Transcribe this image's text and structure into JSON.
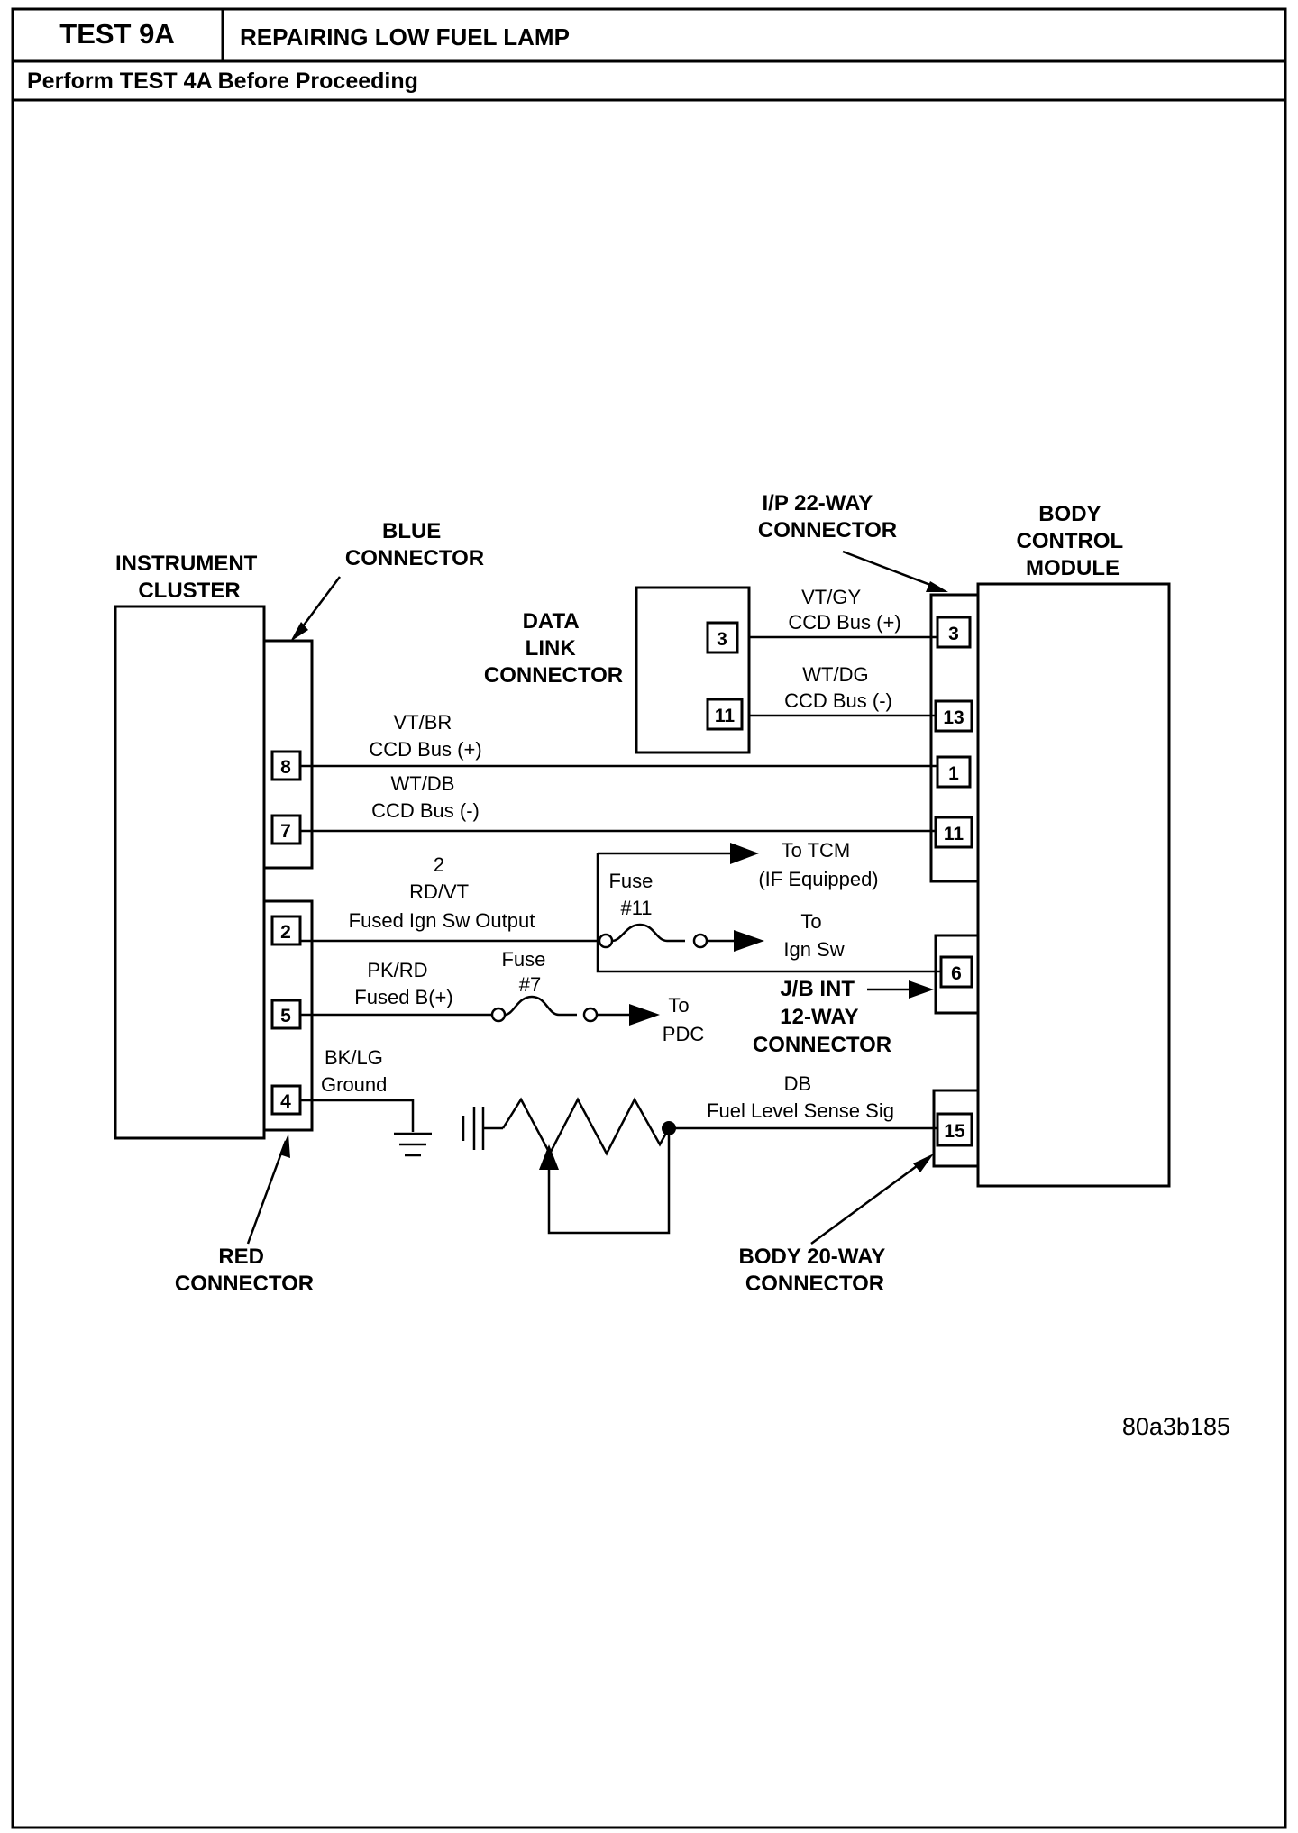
{
  "header": {
    "test_id": "TEST 9A",
    "title": "REPAIRING LOW FUEL LAMP",
    "subtitle": "Perform TEST 4A Before Proceeding"
  },
  "components": {
    "instrument_cluster": [
      "INSTRUMENT",
      "CLUSTER"
    ],
    "blue_connector": [
      "BLUE",
      "CONNECTOR"
    ],
    "red_connector": [
      "RED",
      "CONNECTOR"
    ],
    "data_link_connector": [
      "DATA",
      "LINK",
      "CONNECTOR"
    ],
    "ip_connector": [
      "I/P 22-WAY",
      "CONNECTOR"
    ],
    "body_control_module": [
      "BODY",
      "CONTROL",
      "MODULE"
    ],
    "jb_connector": [
      "J/B INT",
      "12-WAY",
      "CONNECTOR"
    ],
    "body_connector": [
      "BODY 20-WAY",
      "CONNECTOR"
    ]
  },
  "pins": {
    "cluster_8": "8",
    "cluster_7": "7",
    "cluster_2": "2",
    "cluster_5": "5",
    "cluster_4": "4",
    "dlc_3": "3",
    "dlc_11": "11",
    "bcm_3": "3",
    "bcm_13": "13",
    "bcm_1": "1",
    "bcm_11": "11",
    "bcm_6": "6",
    "bcm_15": "15"
  },
  "wires": {
    "vt_gy": [
      "VT/GY",
      "CCD Bus (+)"
    ],
    "wt_dg": [
      "WT/DG",
      "CCD Bus (-)"
    ],
    "vt_br": [
      "VT/BR",
      "CCD Bus (+)"
    ],
    "wt_db": [
      "WT/DB",
      "CCD Bus (-)"
    ],
    "rd_vt": [
      "2",
      "RD/VT",
      "Fused Ign Sw Output"
    ],
    "pk_rd": [
      "PK/RD",
      "Fused B(+)"
    ],
    "bk_lg": [
      "BK/LG",
      "Ground"
    ],
    "db": [
      "DB",
      "Fuel Level Sense Sig"
    ]
  },
  "fuses": {
    "fuse_11": [
      "Fuse",
      "#11"
    ],
    "fuse_7": [
      "Fuse",
      "#7"
    ]
  },
  "destinations": {
    "to_tcm": [
      "To TCM",
      "(IF Equipped)"
    ],
    "to_ign_sw": [
      "To",
      "Ign Sw"
    ],
    "to_pdc": [
      "To",
      "PDC"
    ]
  },
  "figure_id": "80a3b185"
}
